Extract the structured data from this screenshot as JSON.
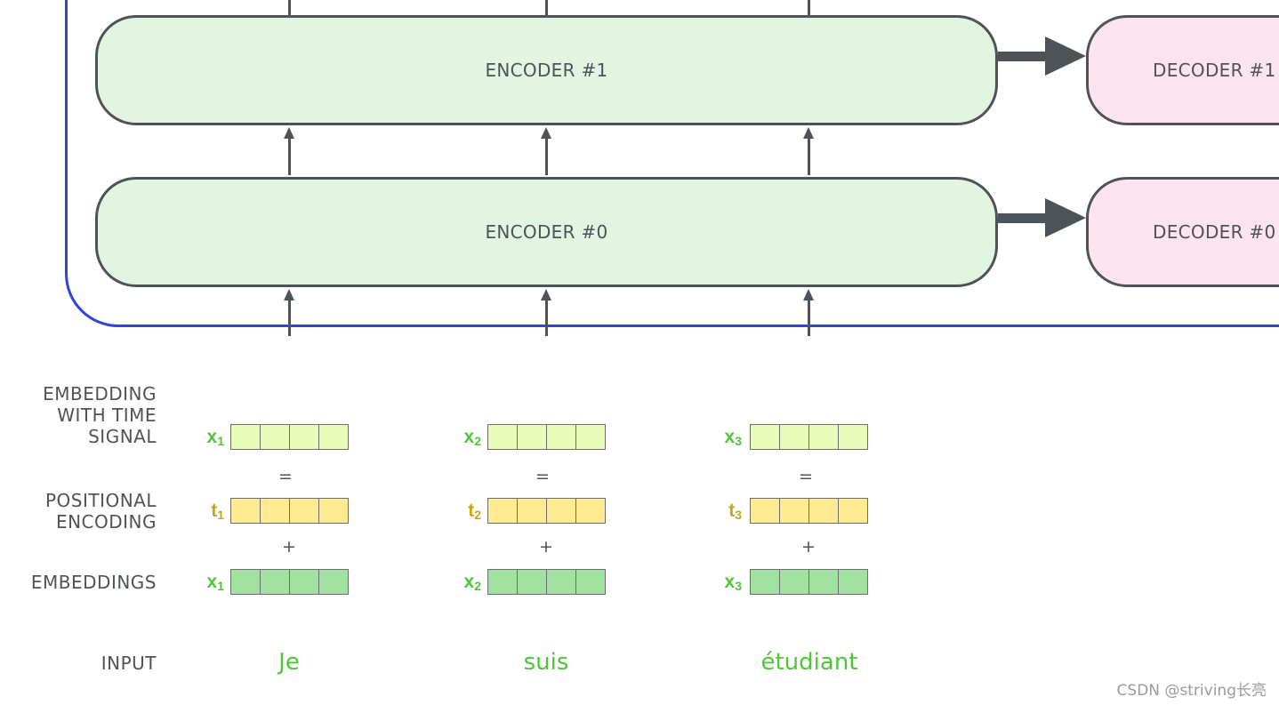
{
  "encoders": [
    {
      "label": "ENCODER #1"
    },
    {
      "label": "ENCODER #0"
    }
  ],
  "decoders": [
    {
      "label": "DECODER #1"
    },
    {
      "label": "DECODER #0"
    }
  ],
  "row_labels": {
    "embedding_with_time_signal": [
      "EMBEDDING",
      "WITH TIME",
      "SIGNAL"
    ],
    "positional_encoding": [
      "POSITIONAL",
      "ENCODING"
    ],
    "embeddings": "EMBEDDINGS",
    "input": "INPUT"
  },
  "operators": {
    "equals": "=",
    "plus": "+"
  },
  "tokens": [
    {
      "word": "Je",
      "sum_symbol": "x",
      "pos_symbol": "t",
      "emb_symbol": "x",
      "index": "1"
    },
    {
      "word": "suis",
      "sum_symbol": "x",
      "pos_symbol": "t",
      "emb_symbol": "x",
      "index": "2"
    },
    {
      "word": "étudiant",
      "sum_symbol": "x",
      "pos_symbol": "t",
      "emb_symbol": "x",
      "index": "3"
    }
  ],
  "colors": {
    "stack_boundary": "#2e44e0",
    "encoder_fill": "#e2f5e1",
    "decoder_fill": "#fde4ef",
    "outline": "#4e5358",
    "time_signal_cells": "#e9fbb8",
    "positional_cells": "#feeb94",
    "embedding_cells": "#a2e2a0",
    "x_symbol": "#4fc63a",
    "t_symbol": "#c9a511"
  },
  "watermark": "CSDN @striving长亮"
}
